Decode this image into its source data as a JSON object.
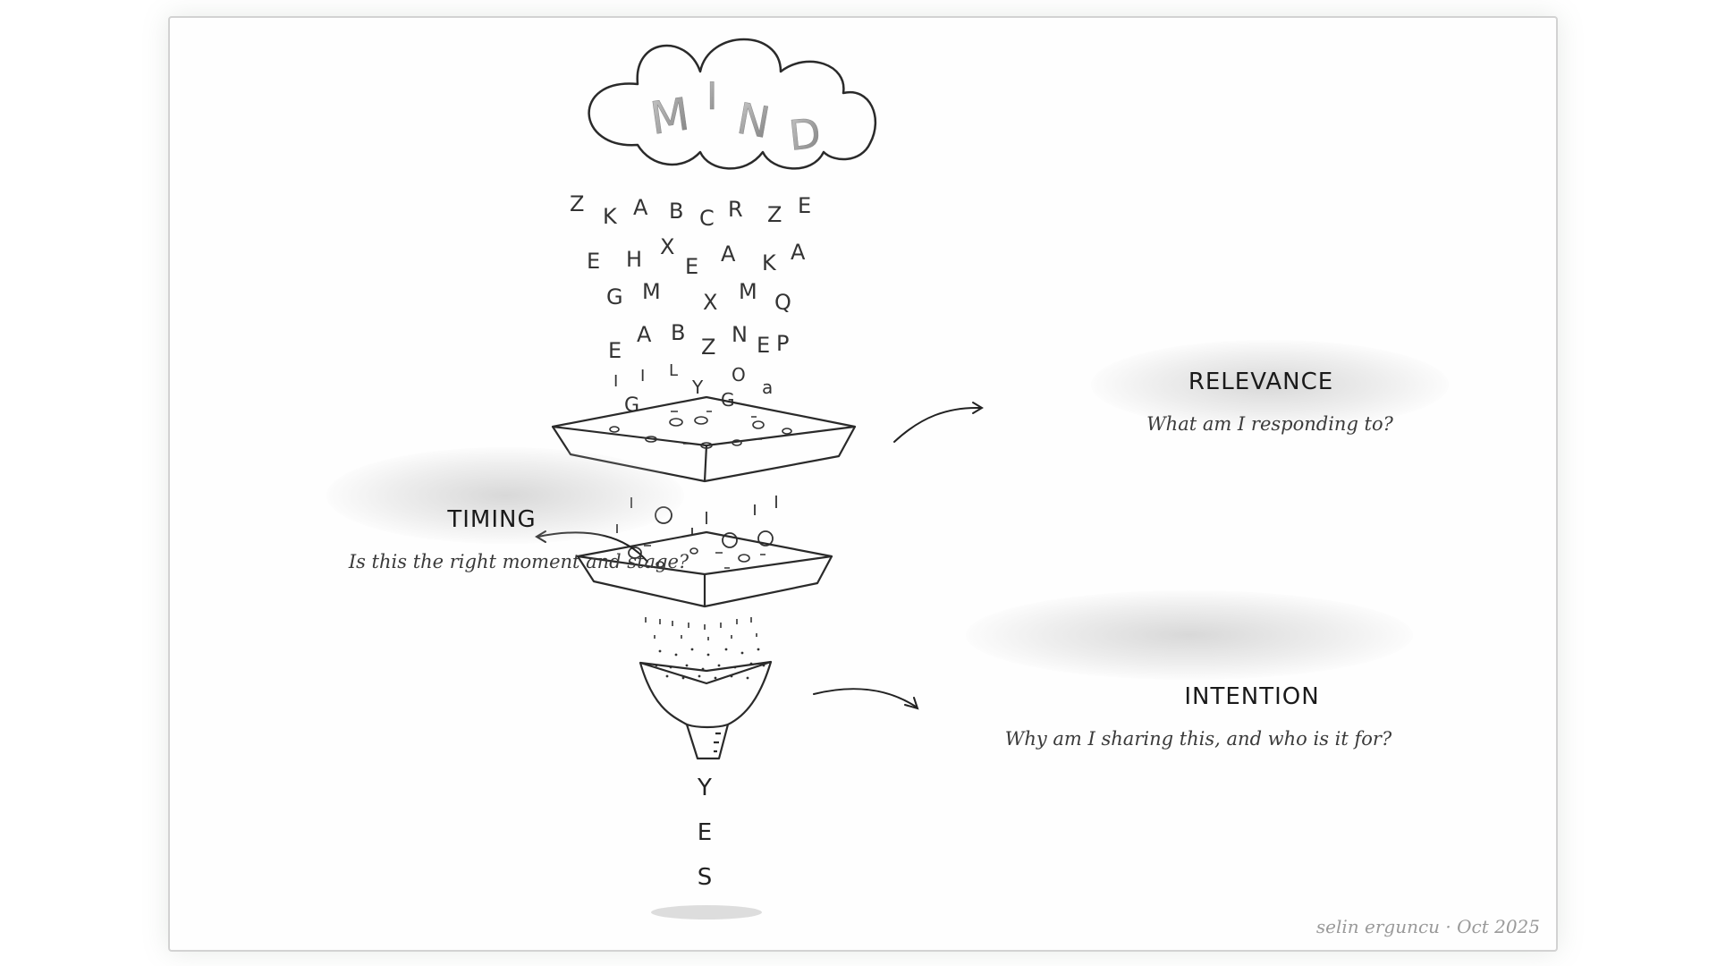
{
  "cloud_word": [
    "M",
    "I",
    "N",
    "D"
  ],
  "falling_letters": [
    [
      "Z",
      "K",
      "A",
      "B",
      "C",
      "R",
      "Z",
      "E"
    ],
    [
      "E",
      "H",
      "X",
      "E",
      "A",
      "K",
      "A"
    ],
    [
      "G",
      "M",
      "X",
      "M",
      "Q"
    ],
    [
      "E",
      "A",
      "B",
      "Z",
      "N",
      "E",
      "P"
    ],
    [
      "I",
      "I",
      "L",
      "Y",
      "O"
    ],
    [
      "a",
      "G"
    ]
  ],
  "filters": {
    "relevance": {
      "title": "RELEVANCE",
      "question": "What am I responding to?"
    },
    "timing": {
      "title": "TIMING",
      "question": "Is this the right moment and stage?"
    },
    "intention": {
      "title": "INTENTION",
      "question": "Why am I sharing this, and who is it for?"
    }
  },
  "output_letters": [
    "Y",
    "E",
    "S"
  ],
  "credit": "selin erguncu · Oct 2025",
  "colors": {
    "ink": "#2a2a2a",
    "letter_gray": "#9a9a9a",
    "brush": "#c8c8c8"
  }
}
